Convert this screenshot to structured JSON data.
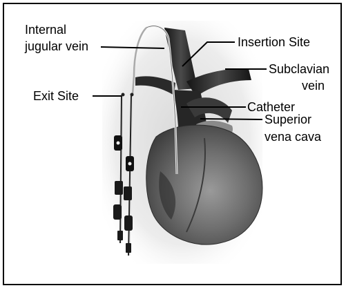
{
  "labels": {
    "internal_jugular_line1": "Internal",
    "internal_jugular_line2": "jugular vein",
    "insertion_site": "Insertion Site",
    "subclavian_line1": "Subclavian",
    "subclavian_line2": "vein",
    "exit_site": "Exit Site",
    "catheter": "Catheter",
    "svc_line1": "Superior",
    "svc_line2": "vena cava"
  },
  "colors": {
    "line": "#000000",
    "heart_dark": "#3a3a3a",
    "vessel_dark": "#1e1e1e",
    "shade": "#cfcfcf"
  }
}
